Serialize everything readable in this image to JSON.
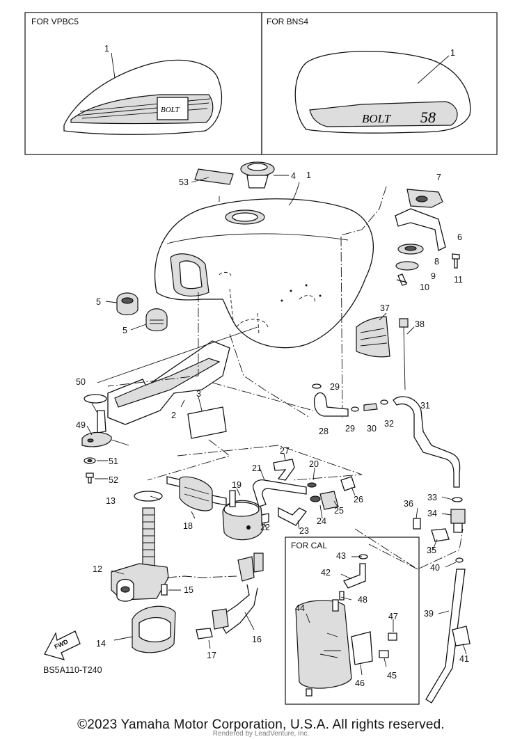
{
  "inset_boxes": [
    {
      "title": "FOR VPBC5",
      "callout": "1"
    },
    {
      "title": "FOR BNS4",
      "callout": "1"
    }
  ],
  "cal_box": {
    "title": "FOR CAL"
  },
  "badges": {
    "vpbc5_text": "BOLT",
    "bns4_text": "BOLT",
    "bns4_num": "58"
  },
  "callouts": {
    "c1": "1",
    "c2": "2",
    "c3": "3",
    "c4": "4",
    "c5a": "5",
    "c5b": "5",
    "c6": "6",
    "c7": "7",
    "c8": "8",
    "c9": "9",
    "c10": "10",
    "c11": "11",
    "c12": "12",
    "c13": "13",
    "c14": "14",
    "c15": "15",
    "c16": "16",
    "c17": "17",
    "c18": "18",
    "c19": "19",
    "c20": "20",
    "c21": "21",
    "c22": "22",
    "c23": "23",
    "c24": "24",
    "c25": "25",
    "c26": "26",
    "c27": "27",
    "c28": "28",
    "c29a": "29",
    "c29b": "29",
    "c30": "30",
    "c31": "31",
    "c32": "32",
    "c33": "33",
    "c34": "34",
    "c35": "35",
    "c36": "36",
    "c37": "37",
    "c38": "38",
    "c39": "39",
    "c40": "40",
    "c41": "41",
    "c42": "42",
    "c43": "43",
    "c44": "44",
    "c45": "45",
    "c46": "46",
    "c47": "47",
    "c48": "48",
    "c49": "49",
    "c50": "50",
    "c51": "51",
    "c52": "52",
    "c53": "53"
  },
  "fwd_label": "FWD",
  "diagram_code": "BS5A110-T240",
  "copyright": "©2023 Yamaha Motor Corporation, U.S.A. All rights reserved.",
  "rendered_by": "Rendered by LeadVenture, Inc."
}
